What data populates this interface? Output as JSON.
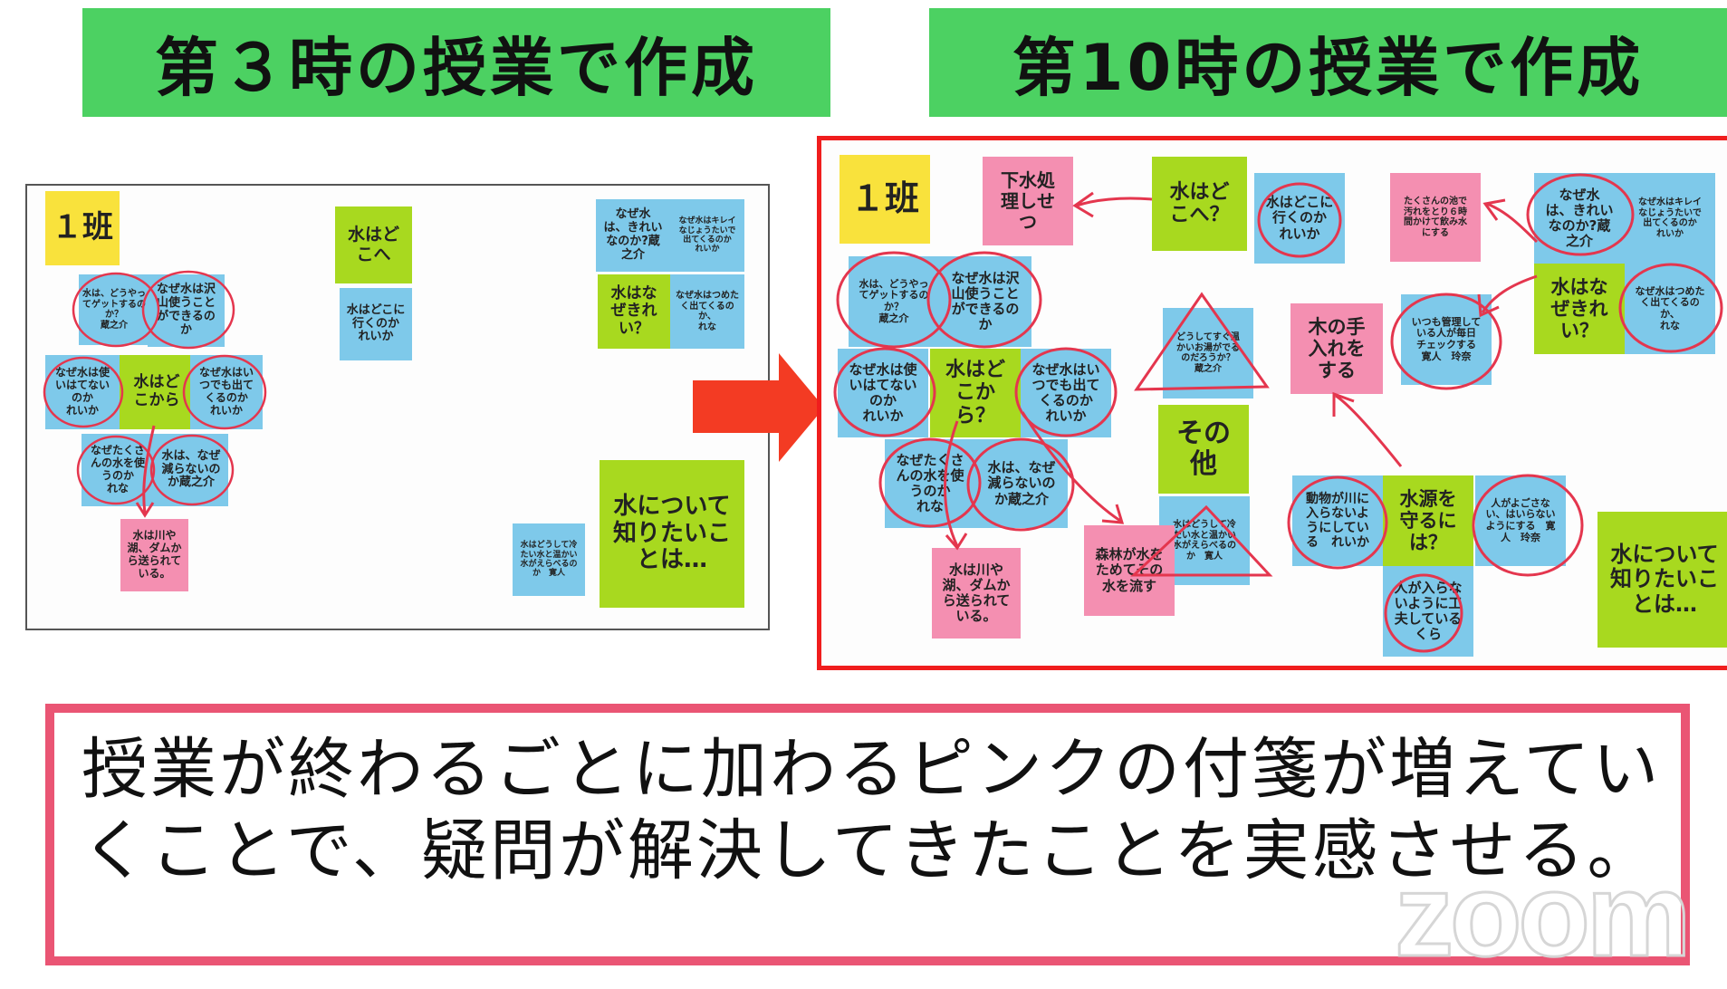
{
  "headers": {
    "left": "第３時の授業で作成",
    "right": "第10時の授業で作成"
  },
  "colors": {
    "header_green": "#4cd162",
    "note_yellow": "#f9e23c",
    "note_green": "#a8d91f",
    "note_blue": "#7ec9ea",
    "note_pink": "#f48fb1",
    "arrow_red": "#f33b23",
    "circle_red": "#e4364e",
    "annotation_border": "#ea5574",
    "board_border": "#f01d1d"
  },
  "board_left": {
    "notes": [
      {
        "text": "１班",
        "color": "yellow"
      },
      {
        "text": "水はど\nこへ",
        "color": "green"
      },
      {
        "text": "水はどこに\n行くのか\nれいか",
        "color": "blue"
      },
      {
        "text": "水は、どうやっ\nてゲットするの\nか？\n蔵之介",
        "color": "blue"
      },
      {
        "text": "なぜ水は沢\n山使うこと\nができるの\nか",
        "color": "blue"
      },
      {
        "text": "なぜ水は使\nいはてない\nのか\nれいか",
        "color": "blue"
      },
      {
        "text": "水はど\nこから",
        "color": "green"
      },
      {
        "text": "なぜ水はい\nつでも出て\nくるのか\nれいか",
        "color": "blue"
      },
      {
        "text": "なぜたくさ\nんの水を使\nうのか\nれな",
        "color": "blue"
      },
      {
        "text": "水は、なぜ\n減らないの\nか蔵之介",
        "color": "blue"
      },
      {
        "text": "水は川や\n湖、ダムか\nら送られて\nいる。",
        "color": "pink"
      },
      {
        "text": "なぜ水\nは、きれい\nなのか?蔵\n之介",
        "color": "blue"
      },
      {
        "text": "なぜ水はキレイ\nなじょうたいで\n出てくるのか\nれいか",
        "color": "blue"
      },
      {
        "text": "水はな\nぜきれ\nい？",
        "color": "green"
      },
      {
        "text": "なぜ水はつめた\nく出てくるの\nか、\nれな",
        "color": "blue"
      },
      {
        "text": "水はどうして冷\nたい水と温かい\n水がえらべるの\nか　寛人",
        "color": "blue"
      },
      {
        "text": "水について\n知りたいこ\nとは…",
        "color": "green"
      }
    ]
  },
  "board_right": {
    "notes": [
      {
        "text": "１班",
        "color": "yellow"
      },
      {
        "text": "下水処\n理しせ\nつ",
        "color": "pink"
      },
      {
        "text": "水はど\nこへ？",
        "color": "green"
      },
      {
        "text": "水はどこに\n行くのか\nれいか",
        "color": "blue"
      },
      {
        "text": "たくさんの池で\n汚れをとり６時\n間かけて飲み水\nにする",
        "color": "pink"
      },
      {
        "text": "なぜ水\nは、きれい\nなのか?蔵\n之介",
        "color": "blue"
      },
      {
        "text": "なぜ水はキレイ\nなじょうたいで\n出てくるのか\nれいか",
        "color": "blue"
      },
      {
        "text": "水は、どうやっ\nてゲットするの\nか？\n蔵之介",
        "color": "blue"
      },
      {
        "text": "なぜ水は沢\n山使うこと\nができるの\nか",
        "color": "blue"
      },
      {
        "text": "水はな\nぜきれ\nい？",
        "color": "green"
      },
      {
        "text": "なぜ水はつめた\nく出てくるの\nか、\nれな",
        "color": "blue"
      },
      {
        "text": "木の手\n入れを\nする",
        "color": "pink"
      },
      {
        "text": "いつも管理して\nいる人が毎日\nチェックする\n寛人　玲奈",
        "color": "blue"
      },
      {
        "text": "どうしてすぐ温\nかいお湯がでる\nのだろうか？\n蔵之介",
        "color": "blue"
      },
      {
        "text": "なぜ水は使\nいはてない\nのか\nれいか",
        "color": "blue"
      },
      {
        "text": "水はど\nこか\nら？",
        "color": "green"
      },
      {
        "text": "なぜ水はい\nつでも出て\nくるのか\nれいか",
        "color": "blue"
      },
      {
        "text": "その\n他",
        "color": "green"
      },
      {
        "text": "なぜたくさ\nんの水を使\nうのか\nれな",
        "color": "blue"
      },
      {
        "text": "水は、なぜ\n減らないの\nか蔵之介",
        "color": "blue"
      },
      {
        "text": "水はどうして冷\nたい水と温かい\n水がえらべるの\nか　寛人",
        "color": "blue"
      },
      {
        "text": "動物が川に\n入らないよ\nうにしてい\nる　れいか",
        "color": "blue"
      },
      {
        "text": "水源を\n守るに\nは？",
        "color": "green"
      },
      {
        "text": "人がよごさな\nい、はいらない\nようにする　寛\n人　玲奈",
        "color": "blue"
      },
      {
        "text": "水について\n知りたいこ\nとは…",
        "color": "green"
      },
      {
        "text": "森林が水を\nためてその\n水を流す",
        "color": "pink"
      },
      {
        "text": "水は川や\n湖、ダムか\nら送られて\nいる。",
        "color": "pink"
      },
      {
        "text": "人が入らな\nいように工\n夫している\nくら",
        "color": "blue"
      }
    ]
  },
  "annotation": {
    "text": "授業が終わるごとに加わるピンクの付箋が増えていくことで、疑問が解決してきたことを実感させる。"
  },
  "watermark": "zoom"
}
